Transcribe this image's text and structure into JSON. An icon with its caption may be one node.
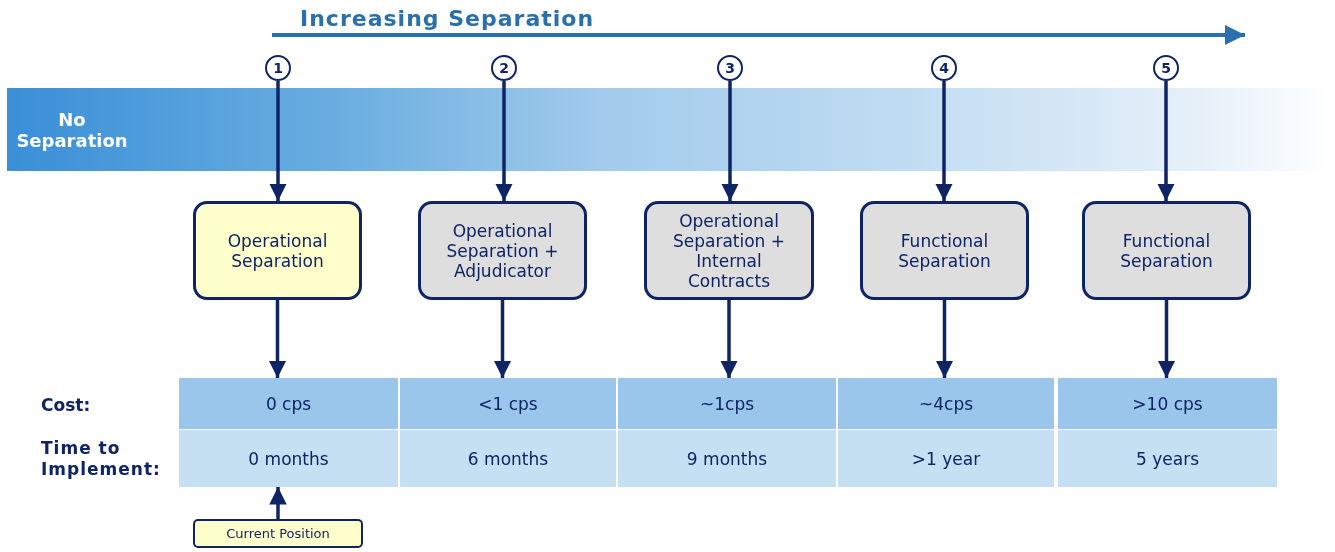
{
  "diagram": {
    "nodes": [
      {
        "text": [
          "1"
        ]
      },
      {
        "text": [
          "2"
        ]
      },
      {
        "text": [
          "3"
        ]
      },
      {
        "text": [
          "4"
        ]
      },
      {
        "text": [
          "5"
        ]
      },
      {
        "text": [
          "Operational Separation"
        ]
      },
      {
        "text": [
          "Operational Separation + Adjudicator"
        ]
      },
      {
        "text": [
          "Operational Separation + Internal Contracts"
        ]
      },
      {
        "text": [
          "Functional Separation"
        ]
      },
      {
        "text": [
          "Functional Separation"
        ]
      },
      {
        "text": [
          "0 cps"
        ]
      },
      {
        "text": [
          "<1 cps"
        ]
      },
      {
        "text": [
          "~1cps"
        ]
      },
      {
        "text": [
          "~4cps"
        ]
      },
      {
        "text": [
          ">10 cps"
        ]
      },
      {
        "text": [
          "0 months"
        ]
      },
      {
        "text": [
          "6 months"
        ]
      },
      {
        "text": [
          "9 months"
        ]
      },
      {
        "text": [
          ">1 year"
        ]
      },
      {
        "text": [
          "5 years"
        ]
      },
      {
        "text": [
          "Current Position"
        ]
      }
    ],
    "edges": [
      {
        "from": 0,
        "to": 5,
        "arrow": "to"
      },
      {
        "from": 1,
        "to": 6,
        "arrow": "to"
      },
      {
        "from": 2,
        "to": 7,
        "arrow": "to"
      },
      {
        "from": 3,
        "to": 8,
        "arrow": "to"
      },
      {
        "from": 4,
        "to": 9,
        "arrow": "to"
      },
      {
        "from": 5,
        "to": 10,
        "arrow": "to"
      },
      {
        "from": 6,
        "to": 11,
        "arrow": "to"
      },
      {
        "from": 7,
        "to": 12,
        "arrow": "to"
      },
      {
        "from": 8,
        "to": 13,
        "arrow": "to"
      },
      {
        "from": 9,
        "to": 14,
        "arrow": "to"
      },
      {
        "from": 20,
        "to": 15,
        "arrow": "to"
      }
    ],
    "labels": [
      "Increasing Separation",
      "No Separation",
      "Cost:",
      "Time to Implement:"
    ]
  }
}
